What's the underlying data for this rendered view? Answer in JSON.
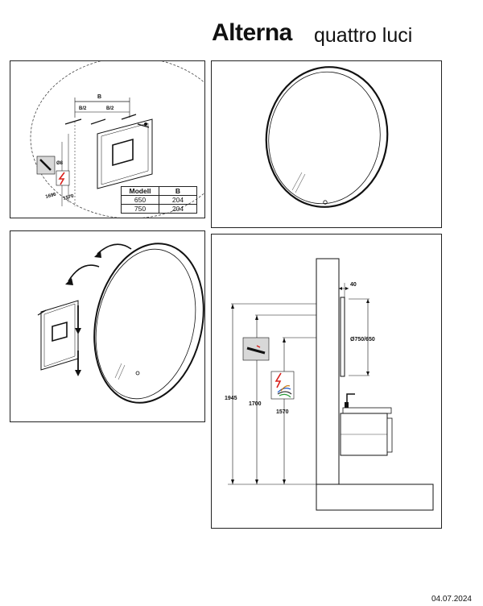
{
  "header": {
    "brand": "Alterna",
    "product": "quattro luci"
  },
  "panel1": {
    "dim_b": "B",
    "dim_b_half_1": "B/2",
    "dim_b_half_2": "B/2",
    "dim_height_1": "1696",
    "dim_height_2": "1570",
    "drill_icon_label": "Ø8",
    "table": {
      "headers": [
        "Modell",
        "B"
      ],
      "rows": [
        [
          "650",
          "204"
        ],
        [
          "750",
          "204"
        ]
      ]
    }
  },
  "panel4": {
    "dim_depth": "40",
    "dim_diameter": "Ø750/650",
    "dim_h1": "1945",
    "dim_h2": "1700",
    "dim_h3": "1570"
  },
  "footer": {
    "date": "04.07.2024"
  },
  "colors": {
    "line": "#111111",
    "warning_red": "#d9201c",
    "icon_bg": "#d8d8d8"
  }
}
